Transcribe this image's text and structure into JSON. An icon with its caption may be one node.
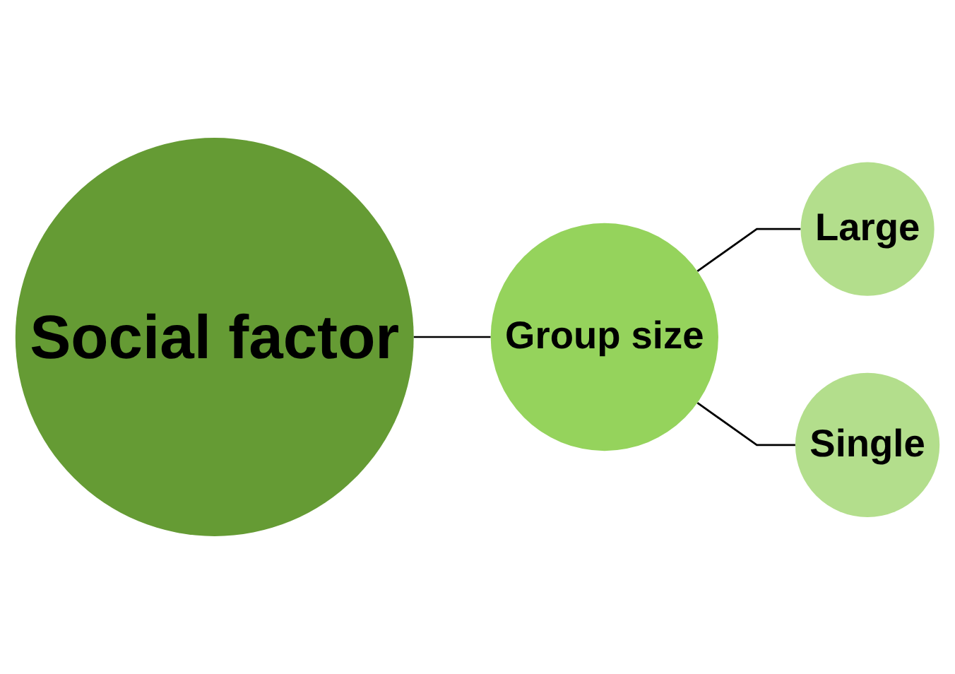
{
  "diagram": {
    "nodes": [
      {
        "text": [
          "Social factor"
        ]
      },
      {
        "text": [
          "Group size"
        ]
      },
      {
        "text": [
          "Large"
        ]
      },
      {
        "text": [
          "Single"
        ]
      }
    ],
    "edges": [
      {
        "from": 0,
        "to": 1,
        "arrow": "none"
      },
      {
        "from": 1,
        "to": 2,
        "arrow": "none"
      },
      {
        "from": 1,
        "to": 3,
        "arrow": "none"
      }
    ]
  }
}
